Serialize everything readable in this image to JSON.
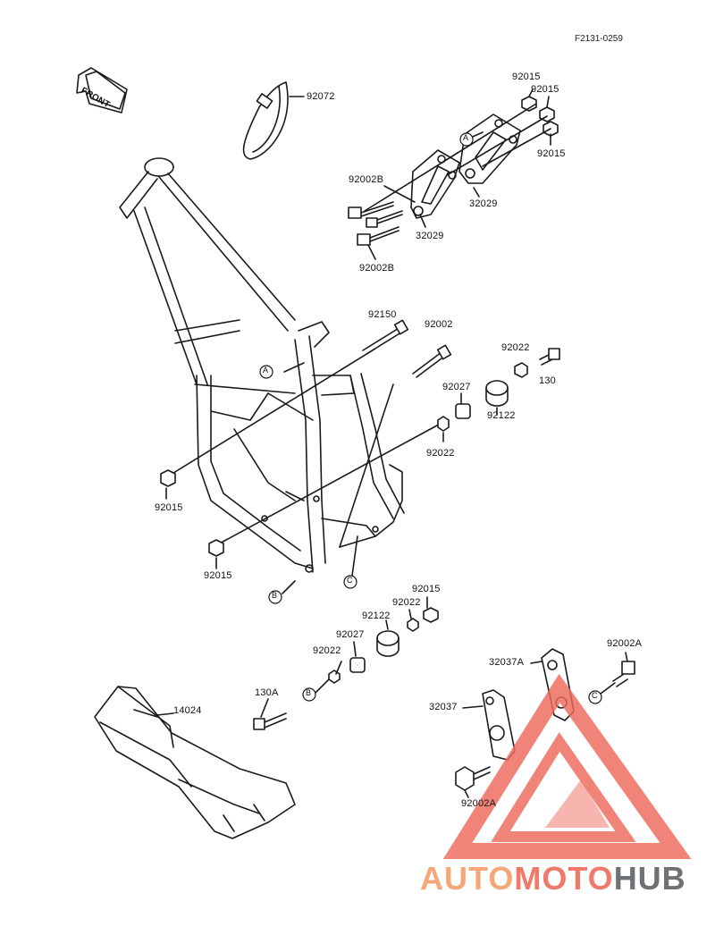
{
  "figure_number": "F2131-0259",
  "front_arrow": {
    "text": "FRONT"
  },
  "callouts": {
    "a": "A",
    "b": "B",
    "c": "C"
  },
  "labels": {
    "l92072": "92072",
    "l92015_a": "92015",
    "l92015_b": "92015",
    "l92015_c": "92015",
    "l92002B_top": "92002B",
    "l32029_right": "32029",
    "l32029_left": "32029",
    "l92002B_bottom": "92002B",
    "l92150": "92150",
    "l92002": "92002",
    "l92022_top": "92022",
    "l130": "130",
    "l92027_top": "92027",
    "l92122_top": "92122",
    "l92022_mid": "92022",
    "l92015_left": "92015",
    "l92015_bottom": "92015",
    "l92015_low": "92015",
    "l92022_low": "92022",
    "l92122_low": "92122",
    "l92027_low": "92027",
    "l92022_low2": "92022",
    "l130A": "130A",
    "l14024": "14024",
    "l32037A": "32037A",
    "l92002A_right": "92002A",
    "l32037": "32037",
    "l92002A_bottom": "92002A"
  },
  "watermark": {
    "part1": "AUTO",
    "part2": "MOTO",
    "part3": "HUB"
  },
  "colors": {
    "line": "#1a1a1a",
    "watermark_red": "#ee6a5c",
    "watermark_orange": "#f5a77a",
    "watermark_gray": "#6f7275"
  }
}
